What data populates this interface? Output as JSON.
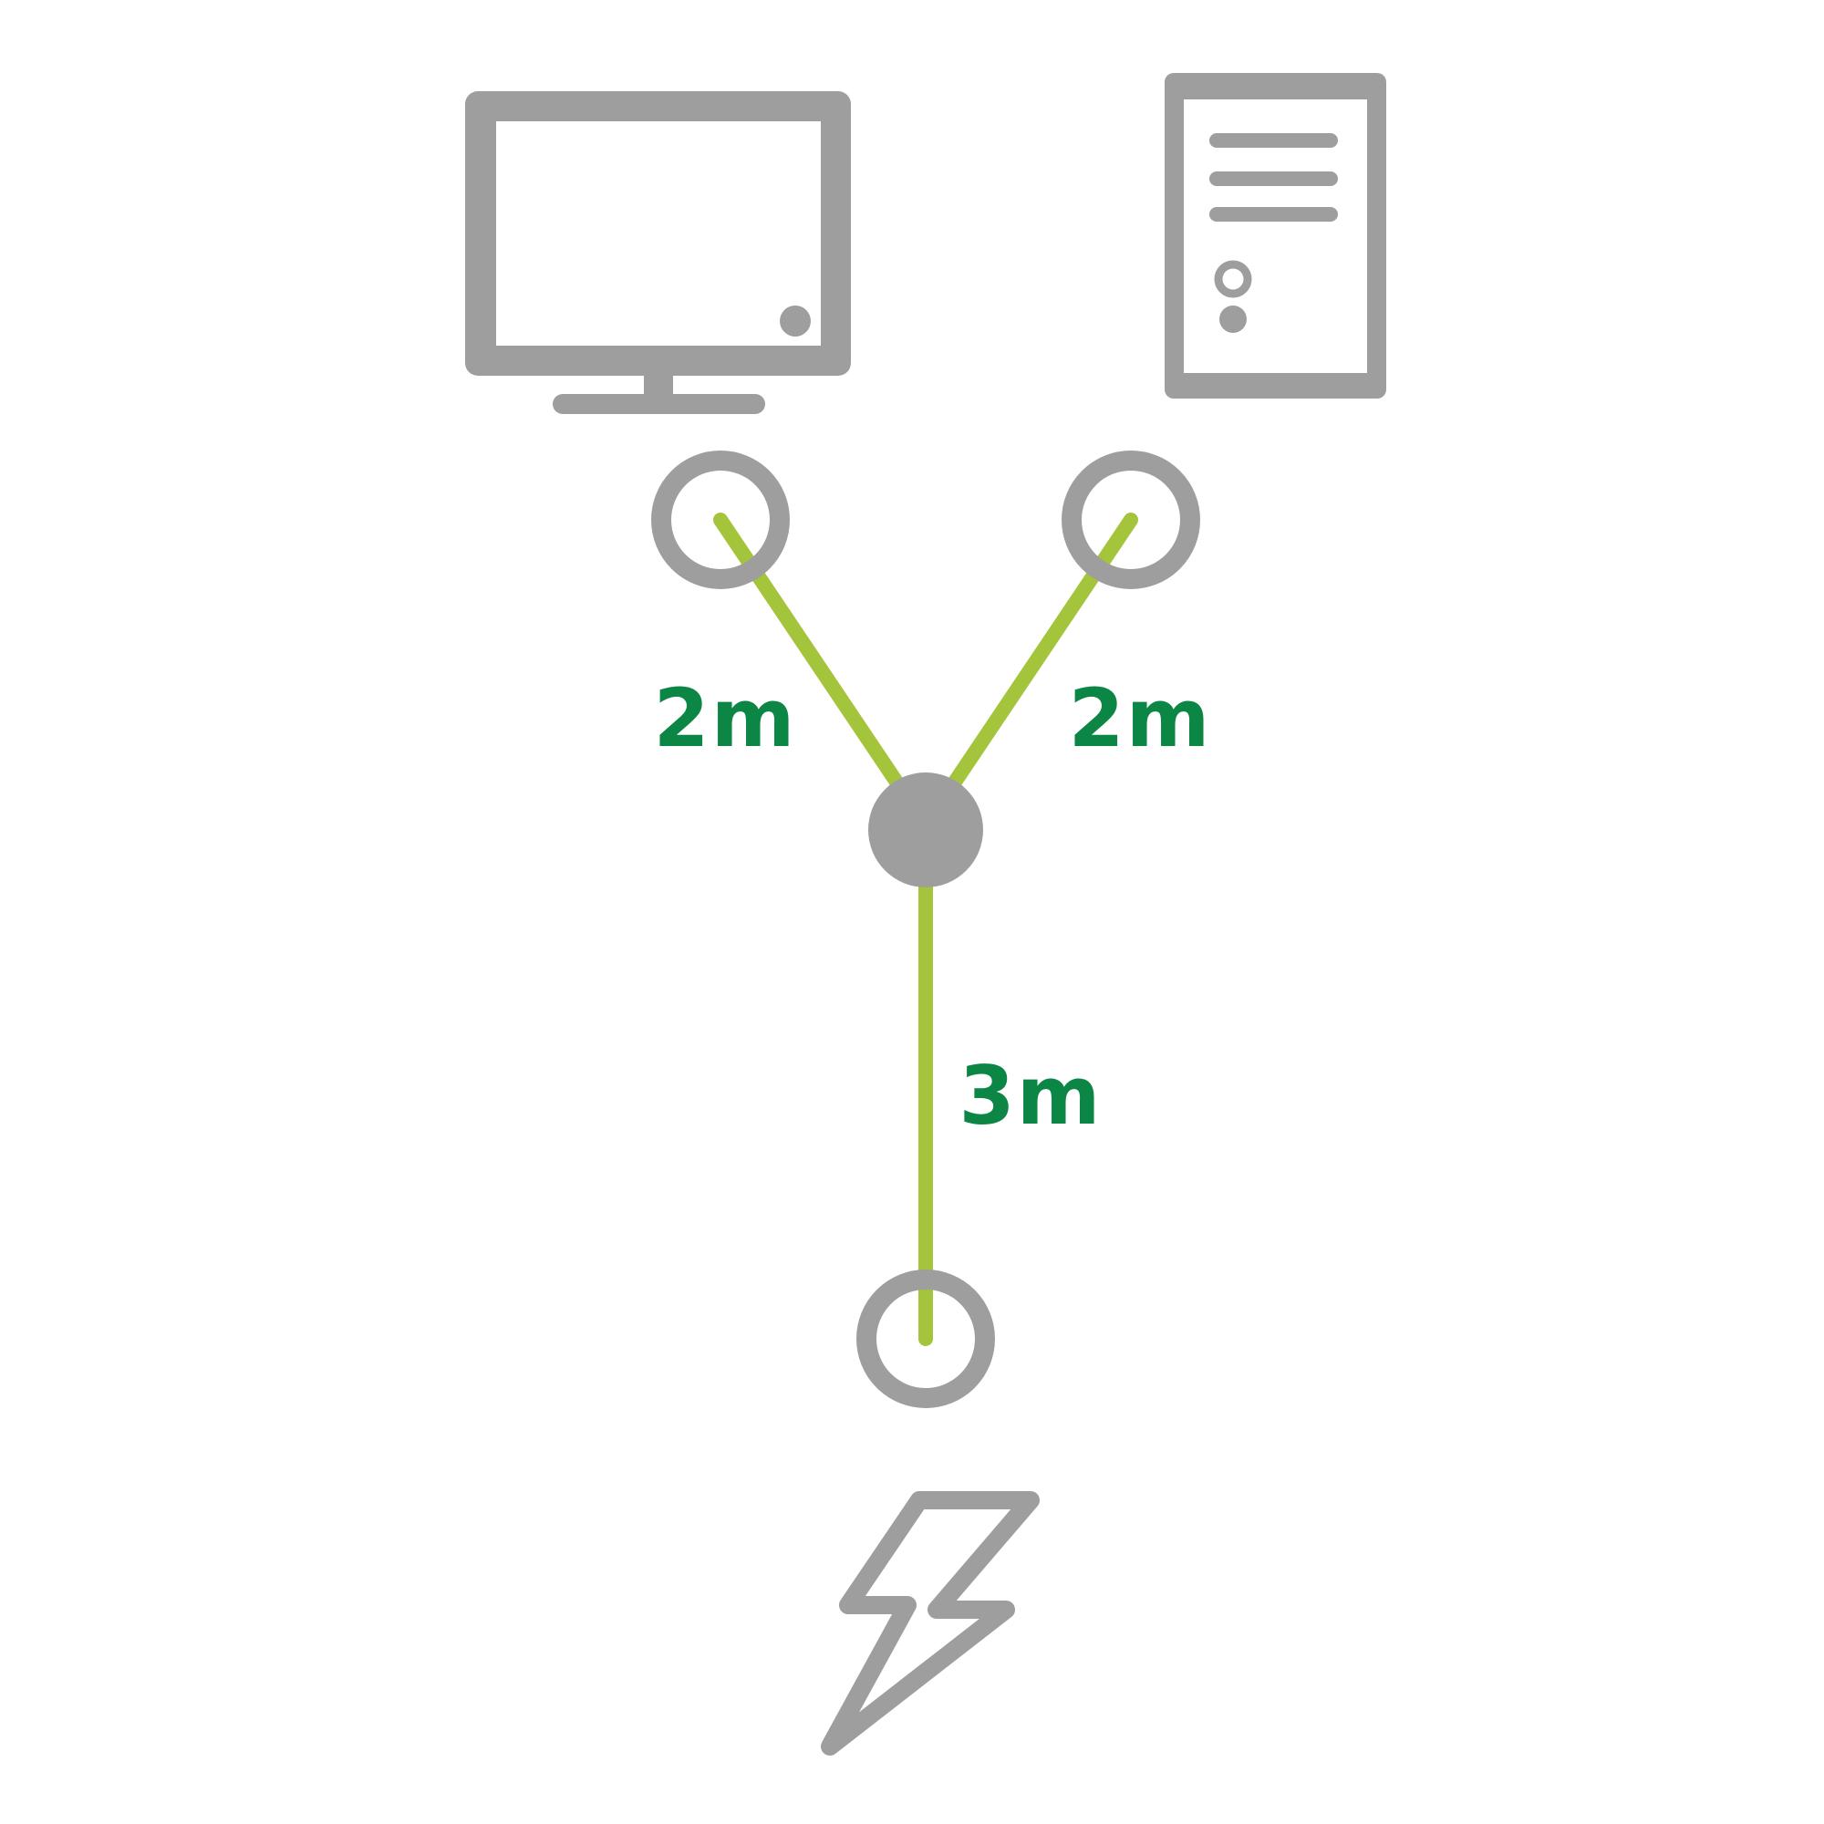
{
  "colors": {
    "icon": "#9e9e9e",
    "cable": "#a4c43c",
    "label": "#0b8644",
    "background": "#ffffff"
  },
  "devices": {
    "left": {
      "icon": "monitor-icon"
    },
    "right": {
      "icon": "pc-tower-icon"
    },
    "bottom": {
      "icon": "lightning-power-icon"
    }
  },
  "cables": {
    "left": {
      "length_label": "2m"
    },
    "right": {
      "length_label": "2m"
    },
    "bottom": {
      "length_label": "3m"
    }
  }
}
